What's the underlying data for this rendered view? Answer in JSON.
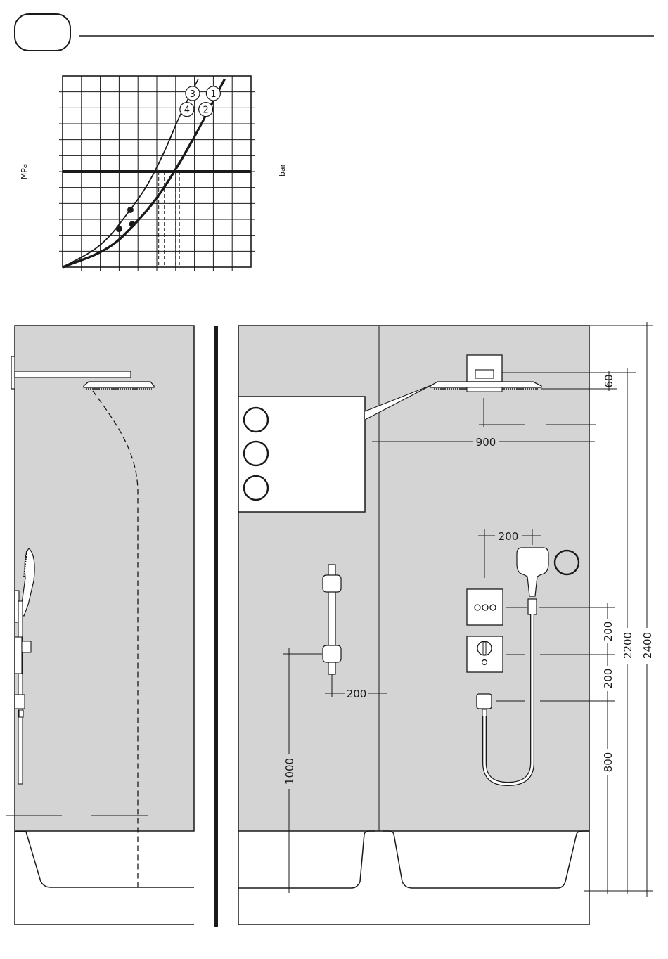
{
  "header": {
    "section_box_label": ""
  },
  "chart": {
    "y_unit_left": "MPa",
    "y_unit_right": "bar",
    "curves": [
      {
        "id": "1",
        "label": "1"
      },
      {
        "id": "2",
        "label": "2"
      },
      {
        "id": "3",
        "label": "3"
      },
      {
        "id": "4",
        "label": "4"
      }
    ]
  },
  "chart_data": {
    "type": "line",
    "title": "",
    "xlabel": "",
    "ylabel": "MPa",
    "ylabel_right": "bar",
    "grid": true,
    "legend": "inline circled numbers",
    "series": [
      {
        "name": "1",
        "points": [
          [
            0,
            0
          ],
          [
            2.5,
            1.1
          ],
          [
            4.0,
            2.9
          ],
          [
            5.0,
            4.3
          ],
          [
            6.1,
            6.3
          ],
          [
            7.2,
            8.6
          ],
          [
            8.6,
            11.8
          ]
        ]
      },
      {
        "name": "2",
        "points": [
          [
            0,
            0
          ],
          [
            2.5,
            1.1
          ],
          [
            4.0,
            2.9
          ],
          [
            5.0,
            4.3
          ],
          [
            6.1,
            6.3
          ],
          [
            6.9,
            8.0
          ]
        ]
      },
      {
        "name": "3",
        "points": [
          [
            0,
            0
          ],
          [
            2.1,
            1.3
          ],
          [
            3.6,
            3.6
          ],
          [
            4.5,
            5.1
          ],
          [
            5.4,
            7.2
          ],
          [
            6.2,
            9.5
          ],
          [
            7.2,
            11.8
          ]
        ]
      },
      {
        "name": "4",
        "points": [
          [
            0,
            0
          ],
          [
            2.1,
            1.3
          ],
          [
            3.6,
            3.6
          ],
          [
            4.5,
            5.1
          ],
          [
            5.4,
            7.2
          ],
          [
            6.0,
            8.9
          ]
        ]
      }
    ],
    "reference_line_y": 6
  },
  "dimensions": {
    "head_offset": "60",
    "arm_length": "900",
    "mixer_spacing": "200",
    "bar_spacing": "200",
    "mixer_gap_1": "200",
    "mixer_gap_2": "200",
    "outlet_height": "800",
    "bar_height": "1000",
    "total_2200": "2200",
    "total_2400": "2400"
  },
  "colors": {
    "wall": "#d4d4d4",
    "line": "#1a1a1a",
    "paper": "#ffffff"
  },
  "icons": {
    "callout": [
      "circle-icon",
      "circle-icon",
      "circle-icon"
    ],
    "mixer_buttons": "three-dot-icon",
    "thermostat": "thermostat-knob-icon",
    "handshower_marker": "circle-icon"
  }
}
